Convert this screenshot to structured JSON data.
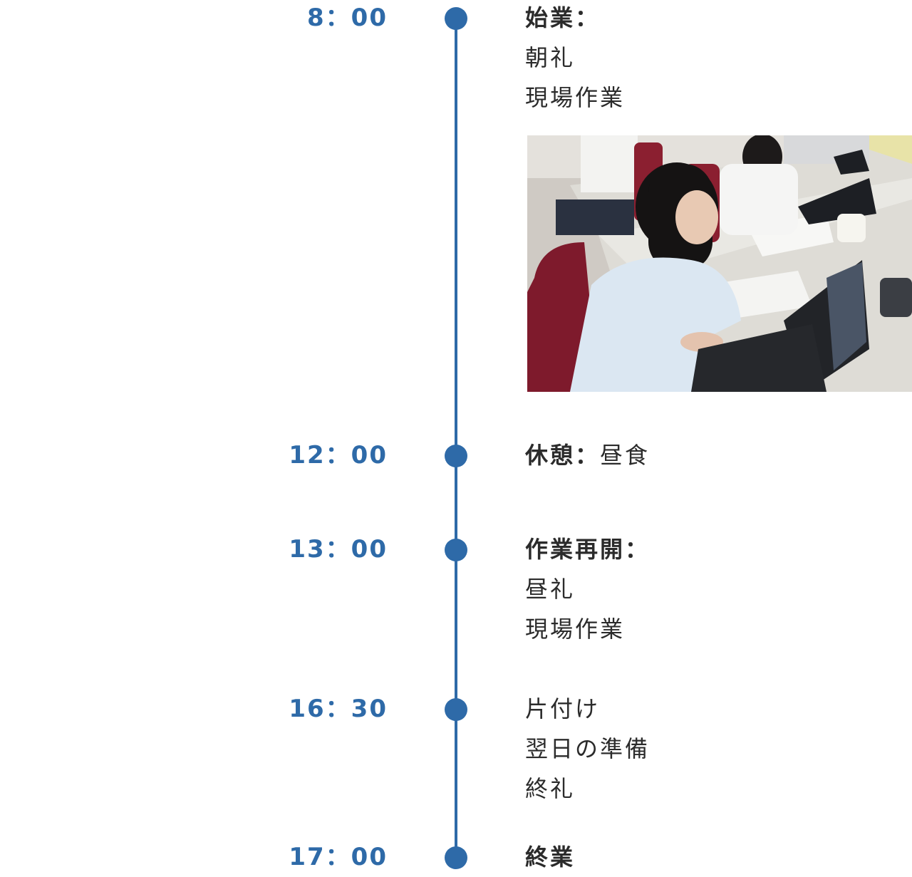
{
  "colors": {
    "accent": "#2e6aa8",
    "text": "#2b2b2b"
  },
  "schedule": [
    {
      "time": "8：00",
      "heading": "始業：",
      "inline": "",
      "lines": [
        "朝礼",
        "現場作業"
      ],
      "has_photo": true
    },
    {
      "time": "12：00",
      "heading": "休憩：",
      "inline": "昼食",
      "lines": []
    },
    {
      "time": "13：00",
      "heading": "作業再開：",
      "inline": "",
      "lines": [
        "昼礼",
        "現場作業"
      ]
    },
    {
      "time": "16：30",
      "heading": "",
      "inline": "",
      "lines": [
        "片付け",
        "翌日の準備",
        "終礼"
      ]
    },
    {
      "time": "17：00",
      "heading": "終業",
      "inline": "",
      "lines": []
    }
  ],
  "photo": {
    "icon": "office-photo"
  }
}
